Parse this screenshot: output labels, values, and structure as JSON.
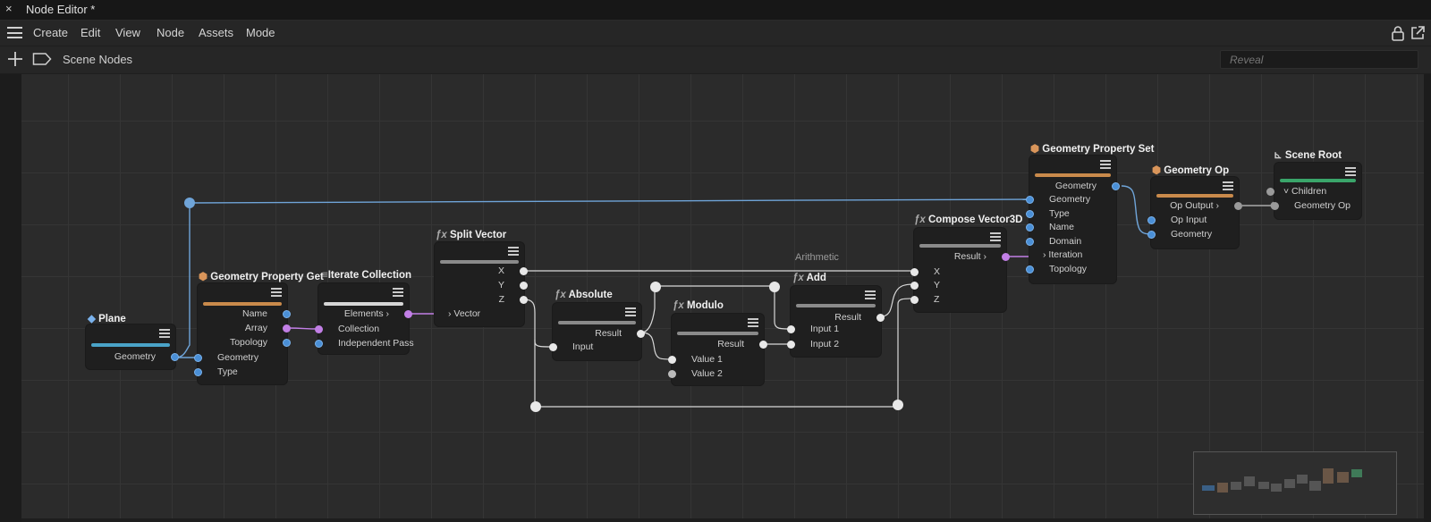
{
  "window": {
    "title": "Node Editor *",
    "close_glyph": "×"
  },
  "menu": [
    "Create",
    "Edit",
    "View",
    "Node",
    "Assets",
    "Mode"
  ],
  "toolbar": {
    "breadcrumb": "Scene Nodes",
    "search_placeholder": "Reveal"
  },
  "icons": [
    "hamburger-menu-icon",
    "lock-icon",
    "popout-icon",
    "plus-icon",
    "tag-icon",
    "node-menu-icon"
  ],
  "colors": {
    "accent_orange": "#c98a4b",
    "accent_cyan": "#4aa3c8",
    "accent_green": "#3aa56a",
    "socket_purple": "#c27fe6",
    "socket_blue": "#4a8fd6"
  },
  "group_label": "Arithmetic",
  "nodes": {
    "plane": {
      "title": "Plane",
      "outputs": [
        "Geometry"
      ]
    },
    "geom_get": {
      "title": "Geometry Property Get",
      "outputs": [
        "Name",
        "Array",
        "Topology"
      ],
      "inputs": [
        "Geometry",
        "Type"
      ]
    },
    "iterate": {
      "title": "Iterate Collection",
      "outputs": [
        "Elements ›"
      ],
      "inputs": [
        "Collection",
        "Independent Pass"
      ]
    },
    "split": {
      "title": "Split Vector",
      "outputs": [
        "X",
        "Y",
        "Z"
      ],
      "inputs": [
        "› Vector"
      ]
    },
    "absolute": {
      "title": "Absolute",
      "outputs": [
        "Result"
      ],
      "inputs": [
        "Input"
      ]
    },
    "modulo": {
      "title": "Modulo",
      "outputs": [
        "Result"
      ],
      "inputs": [
        "Value 1",
        "Value 2"
      ]
    },
    "add": {
      "title": "Add",
      "outputs": [
        "Result"
      ],
      "inputs": [
        "Input 1",
        "Input 2"
      ]
    },
    "compose": {
      "title": "Compose Vector3D",
      "outputs": [
        "Result ›"
      ],
      "inputs": [
        "X",
        "Y",
        "Z"
      ]
    },
    "geom_set": {
      "title": "Geometry Property Set",
      "outputs": [
        "Geometry"
      ],
      "inputs": [
        "Geometry",
        "Type",
        "Name",
        "Domain",
        "› Iteration",
        "Topology"
      ]
    },
    "geom_op": {
      "title": "Geometry Op",
      "outputs": [
        "Op Output ›"
      ],
      "inputs": [
        "Op Input",
        "Geometry"
      ]
    },
    "scene_root": {
      "title": "Scene Root",
      "inputs": [
        "˅ Children",
        "Geometry Op"
      ]
    }
  }
}
